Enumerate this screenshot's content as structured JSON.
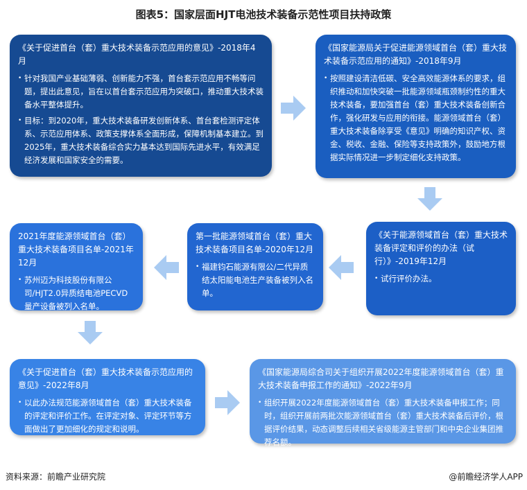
{
  "title": "图表5：国家层面HJT电池技术装备示范性项目扶持政策",
  "boxes": [
    {
      "heading": "《关于促进首台（套）重大技术装备示范应用的意见》-2018年4月",
      "bullets": [
        "针对我国产业基础薄弱、创新能力不强，首台套示范应用不畅等问题，提出此意见，旨在以首台套示范应用为突破口，推动重大技术装备水平整体提升。",
        "目标：到2020年，重大技术装备研发创新体系、首台套检测评定体系、示范应用体系、政策支撑体系全面形成，保障机制基本建立。到2025年，重大技术装备综合实力基本达到国际先进水平，有效满足经济发展和国家安全的需要。"
      ],
      "color": "#164a92"
    },
    {
      "heading": "《国家能源局关于促进能源领域首台（套）重大技术装备示范应用的通知》-2018年9月",
      "bullets": [
        "按照建设清洁低碳、安全高效能源体系的要求，组织推动和加快突破一批能源领域瓶颈制约性的重大技术装备，要加强首台（套）重大技术装备创新合作，强化研发与应用的衔接。能源领域首台（套）重大技术装备除享受《意见》明确的知识产权、资金、税收、金融、保险等支持政策外，鼓励地方根据实际情况进一步制定细化支持政策。"
      ],
      "color": "#1a5ec0"
    },
    {
      "heading": "《关于能源领域首台（套）重大技术装备评定和评价的办法（试行）》-2019年12月",
      "bullets": [
        "试行评价办法。"
      ],
      "color": "#1c5fc6"
    },
    {
      "heading": "第一批能源领域首台（套）重大技术装备项目名单-2020年12月",
      "bullets": [
        "福建钧石能源有限公/二代异质结太阳能电池生产装备被列入名单。"
      ],
      "color": "#2266d0"
    },
    {
      "heading": "2021年度能源领域首台（套）重大技术装备项目名单-2021年12月",
      "bullets": [
        "苏州迈为科技股份有限公司/HJT2.0异质结电池PECVD量产设备被列入名单。"
      ],
      "color": "#2a72dc"
    },
    {
      "heading": "《关于促进首台（套）重大技术装备示范应用的意见》-2022年8月",
      "bullets": [
        "以此办法规范能源领域首台（套）重大技术装备的评定和评价工作。在评定对象、评定环节等方面做出了更加细化的规定和说明。"
      ],
      "color": "#3883e6"
    },
    {
      "heading": "《国家能源局综合司关于组织开展2022年度能源领域首台（套）重大技术装备申报工作的通知》-2022年9月",
      "bullets": [
        "组织开展2022年度能源领域首台（套）重大技术装备申报工作；同时，组织开展前两批次能源领域首台（套）重大技术装备后评价，根据评价结果，动态调整后续相关省级能源主管部门和中央企业集团推荐名额。"
      ],
      "color": "#5a97e6"
    }
  ],
  "arrow_color": "#a9cbf2",
  "footer": {
    "source": "资料来源：前瞻产业研究院",
    "brand": "@前瞻经济学人APP"
  }
}
